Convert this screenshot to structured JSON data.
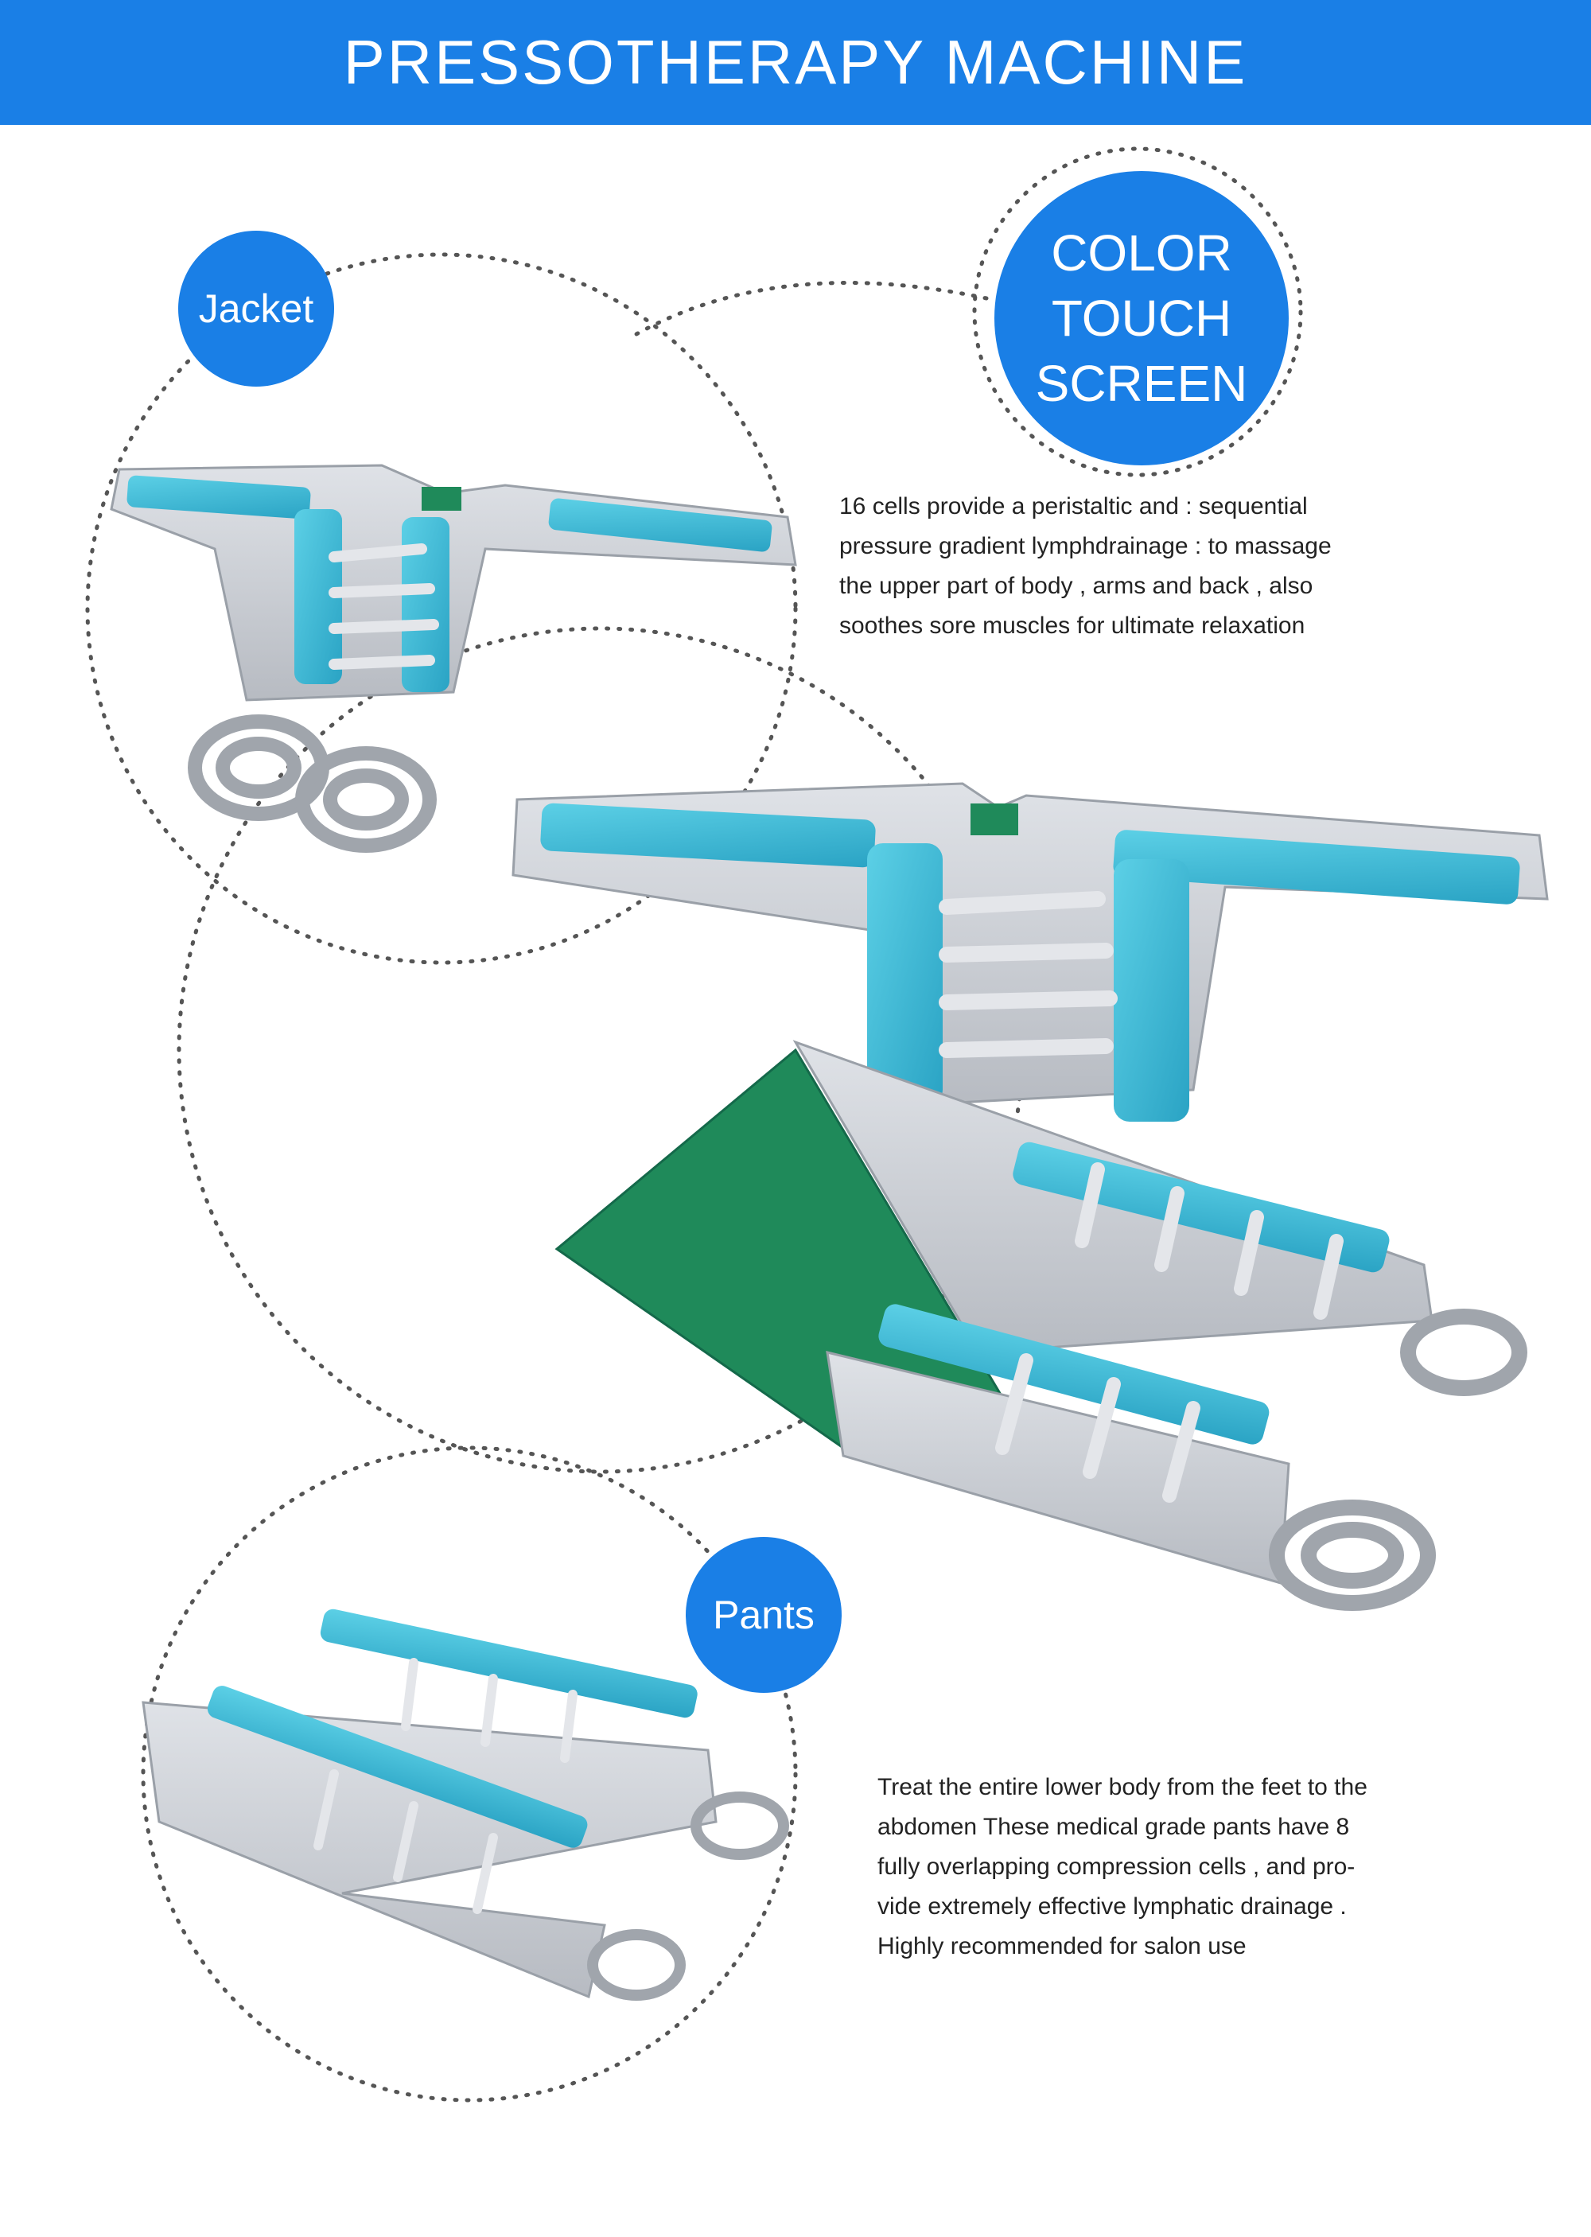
{
  "header": {
    "title": "PRESSOTHERAPY MACHINE"
  },
  "badges": {
    "jacket": "Jacket",
    "pants": "Pants",
    "screen": [
      "COLOR",
      "TOUCH",
      "SCREEN"
    ]
  },
  "descriptions": {
    "jacket": "16 cells provide a peristaltic and : sequential\npressure gradient lymphdrainage : to massage\nthe upper part of body , arms and back , also\nsoothes sore muscles for ultimate relaxation",
    "pants": "Treat the entire lower body from the feet to the\nabdomen These medical grade pants have 8\nfully overlapping compression cells , and pro-\nvide extremely effective lymphatic drainage .\nHighly recommended for salon use"
  },
  "colors": {
    "brand_blue": "#1a7fe6",
    "suit_silver": "#c9ccd2",
    "cell_cyan": "#3fb7d4",
    "liner_green": "#1f8a5a",
    "hose_gray": "#9ea3aa"
  }
}
